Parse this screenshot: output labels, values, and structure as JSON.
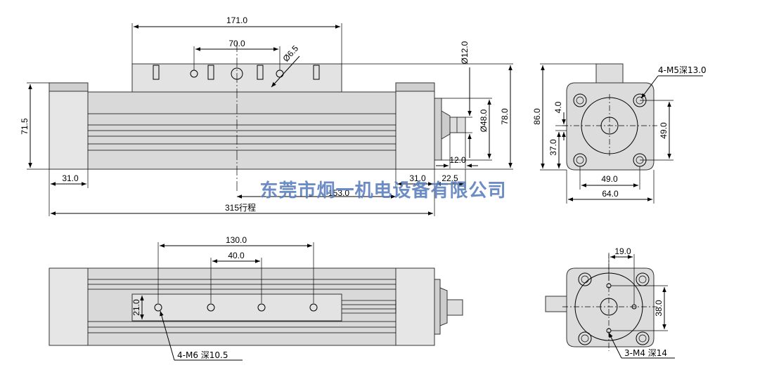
{
  "colors": {
    "watermark": "#5b7fbf",
    "body_fill": "#d9d9d9",
    "body_fill_light": "#e6e6e6",
    "line": "#000000"
  },
  "watermark": {
    "company": "东莞市炯一机电设备有限公司"
  },
  "front_view": {
    "dim_total_top": "171.0",
    "dim_hole_pitch": "70.0",
    "dim_hole_dia": "Ø6.5",
    "dim_height_left": "71.5",
    "dim_left_end": "31.0",
    "dim_right_end": "31.0",
    "dim_motor_offset": "22.5",
    "dim_stroke": "153.0",
    "dim_total_length": "315",
    "label_stroke_cn": "行程",
    "dim_shaft_dia": "Ø12.0",
    "dim_boss_dia": "Ø48.0",
    "dim_height_right": "78.0",
    "dim_shaft_len": "12.0"
  },
  "side_view": {
    "dim_height": "86.0",
    "dim_top_offset": "4.0",
    "dim_center_height": "37.0",
    "dim_hole_pitch_v": "49.0",
    "dim_hole_pitch_h": "49.0",
    "dim_width": "64.0",
    "label_thread": "4-M5深13.0"
  },
  "top_view": {
    "dim_hole_span": "130.0",
    "dim_hole_pitch": "40.0",
    "dim_slot_width": "21.0",
    "label_thread": "4-M6  深10.5"
  },
  "end_view": {
    "dim_hole_offset": "19.0",
    "dim_hole_pitch": "38.0",
    "label_thread": "3-M4 深14"
  }
}
